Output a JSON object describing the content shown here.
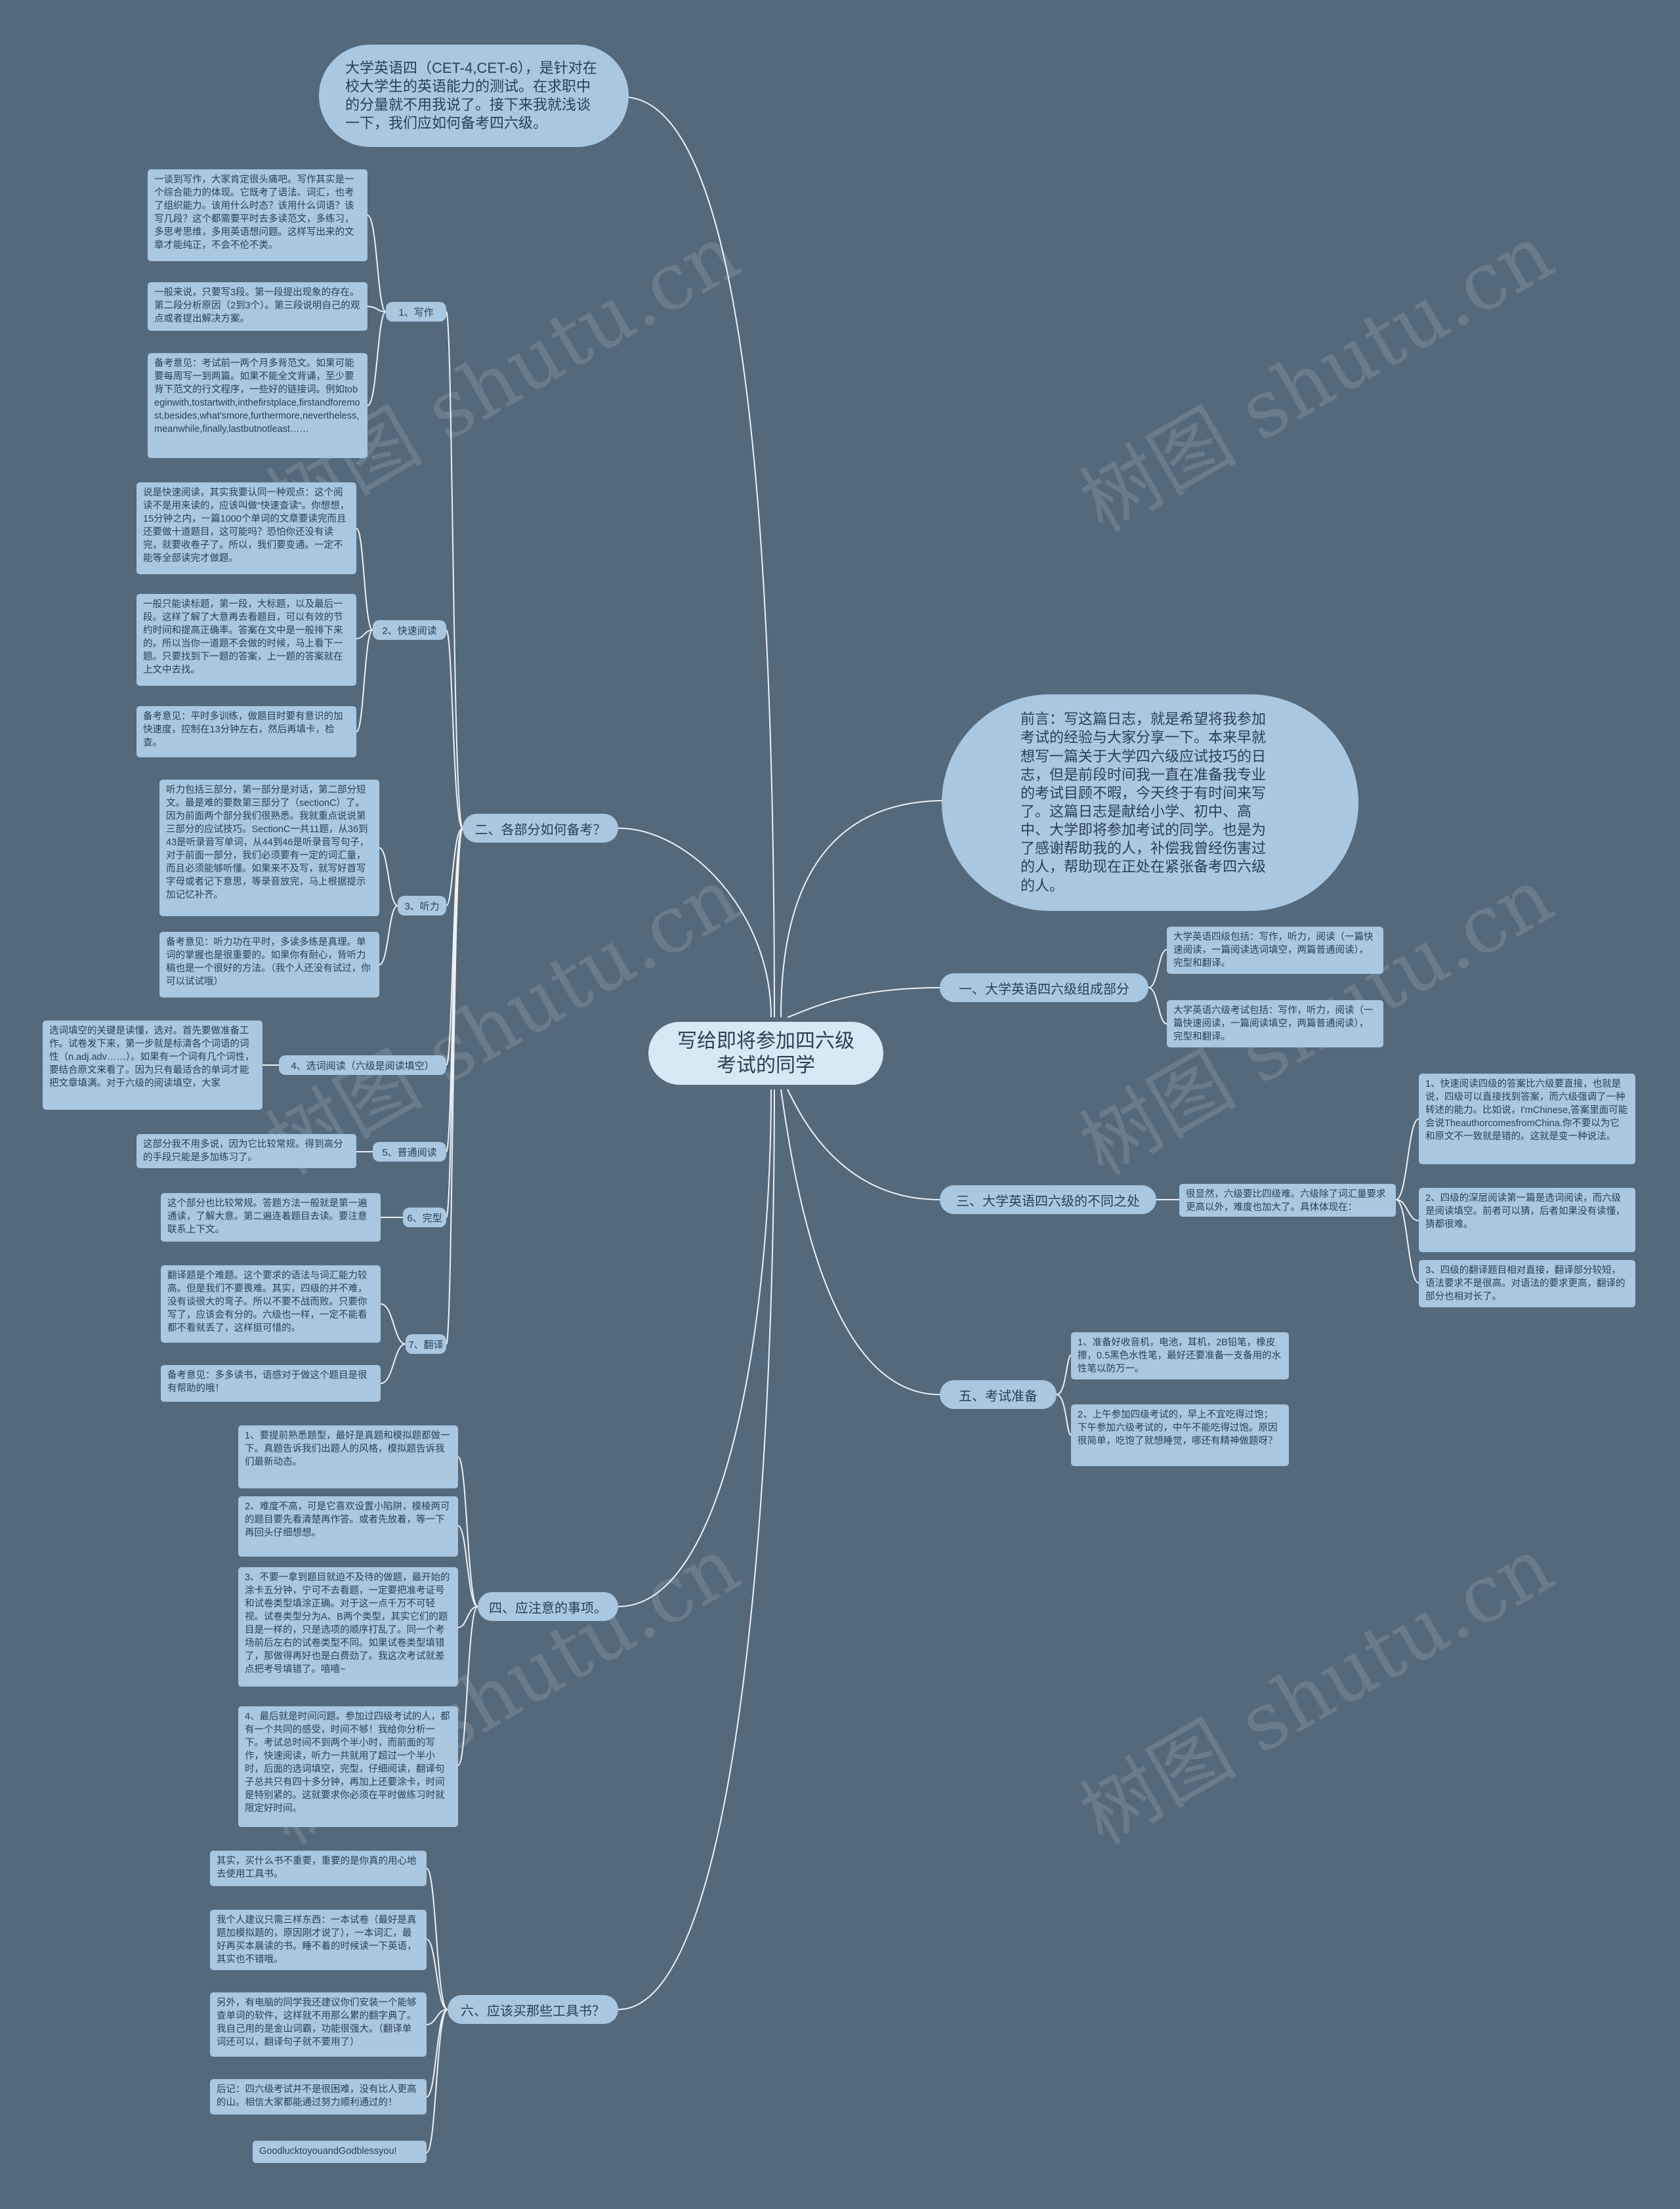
{
  "root": "写给即将参加四六级\n考试的同学",
  "intro": "大学英语四（CET-4,CET-6），是针对在校大学生的英语能力的测试。在求职中的分量就不用我说了。接下来我就浅谈一下，我们应如何备考四六级。",
  "preface": "前言：写这篇日志，就是希望将我参加考试的经验与大家分享一下。本来早就想写一篇关于大学四六级应试技巧的日志，但是前段时间我一直在准备我专业的考试目顾不暇，今天终于有时间来写了。这篇日志是献给小学、初中、高中、大学即将参加考试的同学。也是为了感谢帮助我的人，补偿我曾经伤害过的人，帮助现在正处在紧张备考四六级的人。",
  "branches": {
    "b1": "一、大学英语四六级组成部分",
    "b2": "二、各部分如何备考？",
    "b3": "三、大学英语四六级的不同之处",
    "b4": "四、应注意的事项。",
    "b5": "五、考试准备",
    "b6": "六、应该买那些工具书？"
  },
  "b1_leaves": [
    "大学英语四级包括：写作，听力，阅读（一篇快速阅读，一篇阅读选词填空，两篇普通阅读），完型和翻译。",
    "大学英语六级考试包括：写作，听力，阅读（一篇快速阅读，一篇阅读填空，两篇普通阅读），完型和翻译。"
  ],
  "b2_subs": {
    "s1": "1、写作",
    "s2": "2、快速阅读",
    "s3": "3、听力",
    "s4": "4、选词阅读（六级是阅读填空）",
    "s5": "5、普通阅读",
    "s6": "6、完型",
    "s7": "7、翻译"
  },
  "b2_leaves": {
    "w1": "一谈到写作，大家肯定很头痛吧。写作其实是一个综合能力的体现。它既考了语法、词汇，也考了组织能力。该用什么时态？该用什么词语？该写几段？这个都需要平时去多读范文，多练习，多思考思维，多用英语想问题。这样写出来的文章才能纯正，不会不伦不类。",
    "w2": "一般来说，只要写3段。第一段提出现象的存在。第二段分析原因（2到3个）。第三段说明自己的观点或者提出解决方案。",
    "w3": "备考意见：考试前一两个月多背范文。如果可能要每周写一到两篇。如果不能全文背诵，至少要背下范文的行文程序，一些好的链接词。例如tobeginwith,tostartwith,inthefirstplace,firstandforemost,besides,what'smore,furthermore,nevertheless,meanwhile,finally,lastbutnotleast……",
    "r1": "说是快速阅读，其实我要认同一种观点：这个阅读不是用来读的，应该叫做“快速查读”。你想想，15分钟之内，一篇1000个单词的文章要读完而且还要做十道题目，这可能吗？恐怕你还没有读完，就要收卷子了。所以，我们要变通。一定不能等全部读完才做题。",
    "r2": "一般只能读标题，第一段，大标题，以及最后一段。这样了解了大意再去看题目，可以有效的节约时间和提高正确率。答案在文中是一般排下来的。所以当你一道题不会做的时候，马上看下一题。只要找到下一题的答案，上一题的答案就在上文中去找。",
    "r3": "备考意见：平时多训练，做题目时要有意识的加快速度，控制在13分钟左右，然后再填卡，检查。",
    "l1": "听力包括三部分，第一部分是对话，第二部分短文。最是难的要数第三部分了（sectionC）了。因为前面两个部分我们很熟悉。我就重点说说第三部分的应试技巧。SectionC一共11题，从36到43是听录音写单词，从44到46是听录音写句子，对于前面一部分，我们必须要有一定的词汇量，而且必须能够听懂。如果来不及写，就写好首写字母或者记下意思，等录音放完，马上根据提示加记忆补齐。",
    "l2": "备考意见：听力功在平时，多读多练是真理。单词的掌握也是很重要的。如果你有耐心，背听力稿也是一个很好的方法。（我个人还没有试过，你可以试试哦）",
    "c1": "选词填空的关键是读懂，选对。首先要做准备工作。试卷发下来，第一步就是标清各个词语的词性（n.adj.adv……）。如果有一个词有几个词性，要结合原文来看了。因为只有最适合的单词才能把文章填满。对于六级的阅读填空，大家",
    "n1": "这部分我不用多说，因为它比较常规。得到高分的手段只能是多加练习了。",
    "k1": "这个部分也比较常规。答题方法一般就是第一遍通读，了解大意。第二遍连着题目去读。要注意联系上下文。",
    "t1": "翻译题是个难题。这个要求的语法与词汇能力较高。但是我们不要畏难。其实，四级的并不难，没有谈很大的弯子。所以不要不战而败。只要你写了，应该会有分的。六级也一样，一定不能看都不看就丢了，这样挺可惜的。",
    "t2": "备考意见：多多读书，语感对于做这个题目是很有帮助的哦！"
  },
  "b3_intro": "很显然，六级要比四级难。六级除了词汇量要求更高以外，难度也加大了。具体体现在：",
  "b3_leaves": [
    "1、快速阅读四级的答案比六级要直接，也就是说，四级可以直接找到答案，而六级强调了一种转述的能力。比如说，I'mChinese,答案里面可能会说TheauthorcomesfromChina.你不要以为它和原文不一致就是错的。这就是变一种说法。",
    "2、四级的深层阅读第一篇是选词阅读，而六级是阅读填空。前者可以猜，后者如果没有读懂，猜都很难。",
    "3、四级的翻译题目相对直接，翻译部分较短，语法要求不是很高。对语法的要求更高，翻译的部分也相对长了。"
  ],
  "b4_leaves": [
    "1、要提前熟悉题型，最好是真题和模拟题都做一下。真题告诉我们出题人的风格，模拟题告诉我们最新动态。",
    "2、难度不高，可是它喜欢设置小陷阱，模棱两可的题目要先看清楚再作答。或者先放着，等一下再回头仔细想想。",
    "3、不要一拿到题目就迫不及待的做题，最开始的涂卡五分钟，宁可不去看题，一定要把准考证号和试卷类型填涂正确。对于这一点千万不可轻视。试卷类型分为A、B两个类型，其实它们的题目是一样的，只是选项的顺序打乱了。同一个考场前后左右的试卷类型不同。如果试卷类型填错了，那做得再好也是白费劲了。我这次考试就差点把考号填错了。嘻嘻~",
    "4、最后就是时间问题。参加过四级考试的人，都有一个共同的感受，时间不够！我给你分析一下。考试总时间不到两个半小时，而前面的写作，快速阅读，听力一共就用了超过一个半小时，后面的选词填空，完型，仔细阅读，翻译句子总共只有四十多分钟，再加上还要涂卡，时间是特别紧的。这就要求你必须在平时做练习时就限定好时间。"
  ],
  "b5_leaves": [
    "1、准备好收音机，电池，耳机，2B铅笔，橡皮擦，0.5黑色水性笔，最好还要准备一支备用的水性笔以防万一。",
    "2、上午参加四级考试的，早上不宜吃得过饱；下午参加六级考试的，中午不能吃得过饱。原因很简单，吃饱了就想睡觉，哪还有精神做题呀？"
  ],
  "b6_leaves": [
    "其实，买什么书不重要，重要的是你真的用心地去使用工具书。",
    "我个人建议只需三样东西：一本试卷（最好是真题加模拟题的，原因刚才说了），一本词汇，最好再买本晨读的书。睡不着的时候读一下英语，其实也不错哦。",
    "另外，有电脑的同学我还建议你们安装一个能够查单词的软件，这样就不用那么累的翻字典了。我自己用的是金山词霸，功能很强大。（翻译单词还可以，翻译句子就不要用了）",
    "后记：四六级考试并不是很困难，没有比人更高的山。相信大家都能通过努力顺利通过的！",
    "GoodlucktoyouandGodblessyou!"
  ],
  "watermark": "树图 shutu.cn"
}
